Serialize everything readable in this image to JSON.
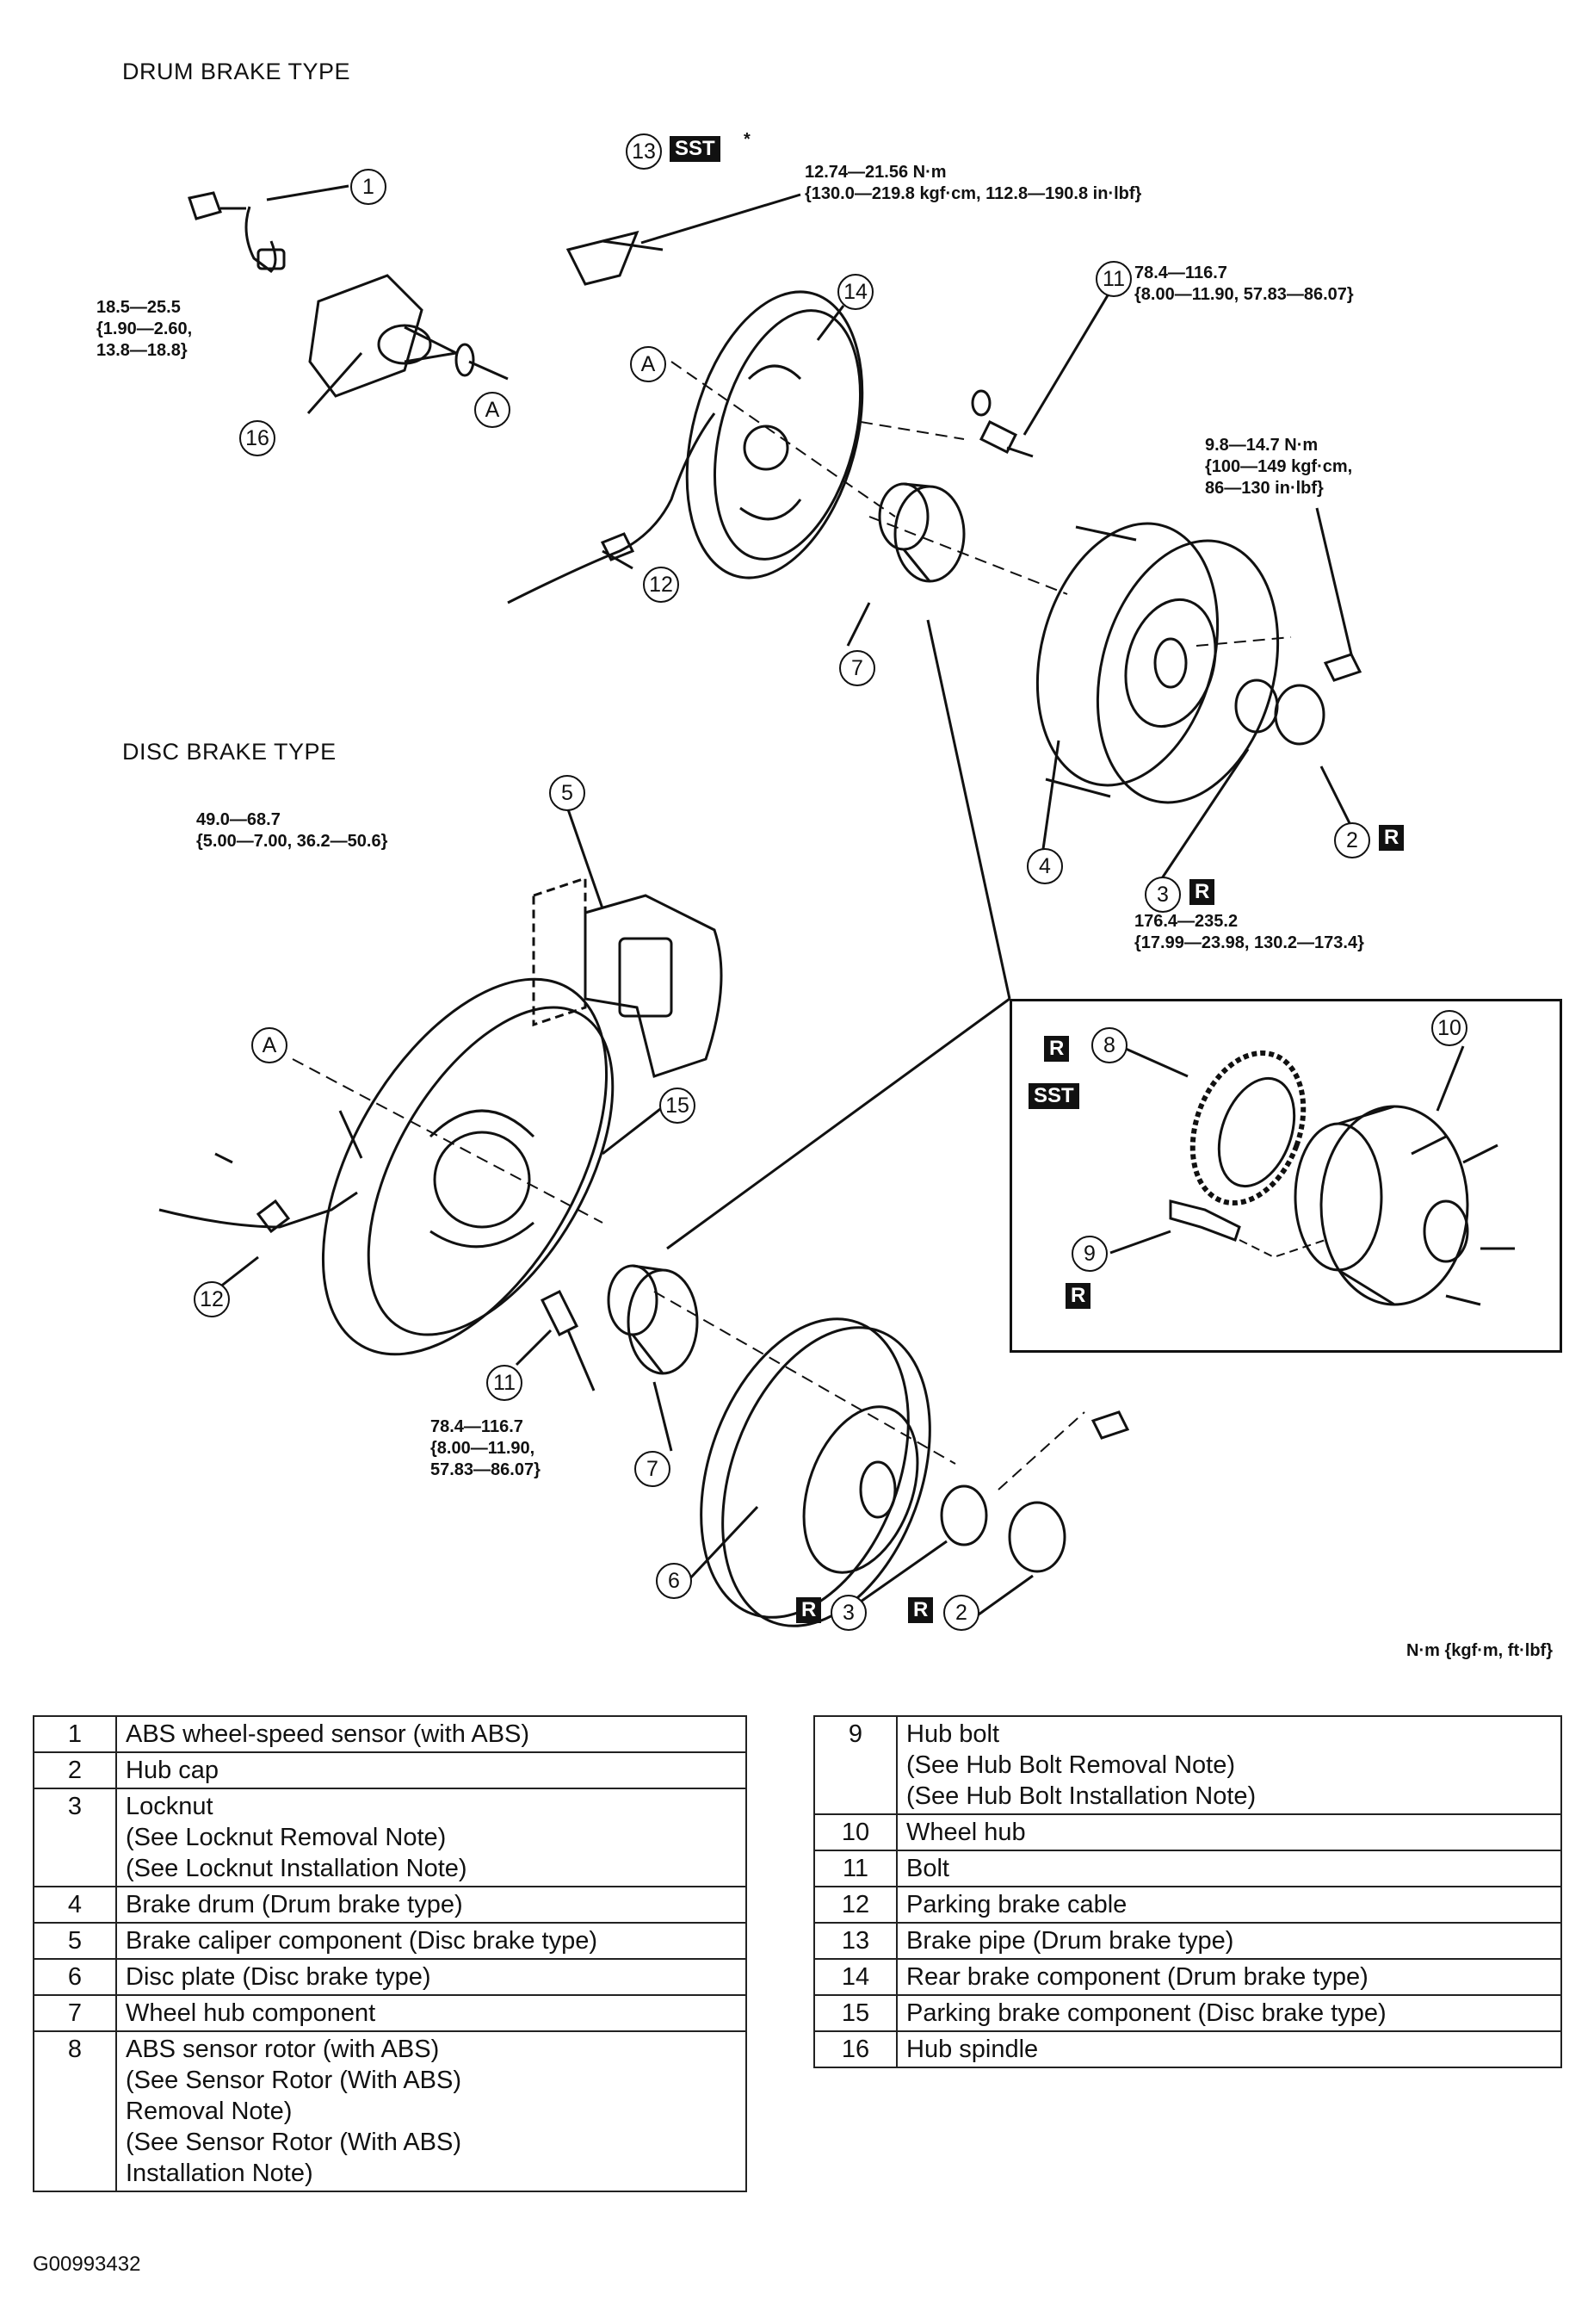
{
  "sections": {
    "drum": "DRUM BRAKE TYPE",
    "disc": "DISC BRAKE TYPE"
  },
  "torques": {
    "t13": "12.74—21.56 N·m\n{130.0—219.8 kgf·cm, 112.8—190.8 in·lbf}",
    "t1": "18.5—25.5\n{1.90—2.60,\n13.8—18.8}",
    "t11_drum": "78.4—116.7\n{8.00—11.90, 57.83—86.07}",
    "t_screw_drum": "9.8—14.7 N·m\n{100—149 kgf·cm,\n86—130 in·lbf}",
    "t3": "176.4—235.2\n{17.99—23.98, 130.2—173.4}",
    "t5": "49.0—68.7\n{5.00—7.00, 36.2—50.6}",
    "t11_disc": "78.4—116.7\n{8.00—11.90,\n57.83—86.07}"
  },
  "callouts": [
    "1",
    "2",
    "3",
    "4",
    "5",
    "6",
    "7",
    "8",
    "9",
    "10",
    "11",
    "12",
    "13",
    "14",
    "15",
    "16",
    "A"
  ],
  "tags": {
    "sst": "SST",
    "r": "R",
    "asterisk": "*"
  },
  "unit_note": "N·m {kgf·m, ft·lbf}",
  "legend_left": [
    {
      "num": "1",
      "lines": [
        "ABS wheel-speed sensor (with ABS)"
      ]
    },
    {
      "num": "2",
      "lines": [
        "Hub cap"
      ]
    },
    {
      "num": "3",
      "lines": [
        "Locknut",
        "(See Locknut Removal Note)",
        "(See Locknut Installation Note)"
      ]
    },
    {
      "num": "4",
      "lines": [
        "Brake drum (Drum brake type)"
      ]
    },
    {
      "num": "5",
      "lines": [
        "Brake caliper component (Disc brake type)"
      ]
    },
    {
      "num": "6",
      "lines": [
        "Disc plate (Disc brake type)"
      ]
    },
    {
      "num": "7",
      "lines": [
        "Wheel hub component"
      ]
    },
    {
      "num": "8",
      "lines": [
        "ABS sensor rotor (with ABS)",
        "(See Sensor Rotor (With ABS)",
        "Removal Note)",
        "(See Sensor Rotor (With ABS)",
        "Installation Note)"
      ]
    }
  ],
  "legend_right": [
    {
      "num": "9",
      "lines": [
        "Hub bolt",
        "(See Hub Bolt Removal Note)",
        "(See Hub Bolt Installation Note)"
      ]
    },
    {
      "num": "10",
      "lines": [
        "Wheel hub"
      ]
    },
    {
      "num": "11",
      "lines": [
        "Bolt"
      ]
    },
    {
      "num": "12",
      "lines": [
        "Parking brake cable"
      ]
    },
    {
      "num": "13",
      "lines": [
        "Brake pipe (Drum brake type)"
      ]
    },
    {
      "num": "14",
      "lines": [
        "Rear brake component (Drum brake type)"
      ]
    },
    {
      "num": "15",
      "lines": [
        "Parking brake component (Disc brake type)"
      ]
    },
    {
      "num": "16",
      "lines": [
        "Hub spindle"
      ]
    }
  ],
  "figure_code": "G00993432"
}
